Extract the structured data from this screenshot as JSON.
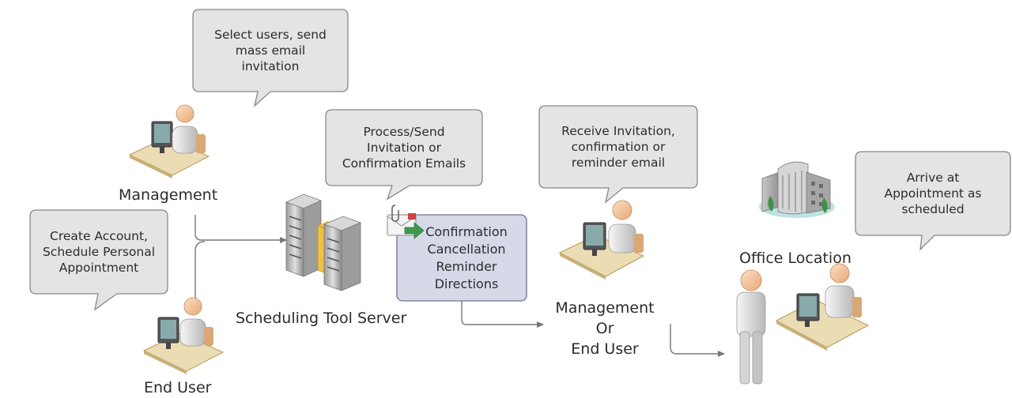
{
  "bubbles": {
    "management_action": [
      "Select users, send",
      "mass email",
      "invitation"
    ],
    "server_action": [
      "Process/Send",
      "Invitation or",
      "Confirmation Emails"
    ],
    "recipient_action": [
      "Receive Invitation,",
      "confirmation or",
      "reminder email"
    ],
    "office_action": [
      "Arrive at",
      "Appointment as",
      "scheduled"
    ],
    "end_user_action": [
      "Create Account,",
      "Schedule Personal",
      "Appointment"
    ]
  },
  "labels": {
    "management": "Management",
    "end_user": "End User",
    "server": "Scheduling Tool Server",
    "office": "Office Location",
    "recipient": [
      "Management",
      "Or",
      "End User"
    ]
  },
  "email_types": [
    "Confirmation",
    "Cancellation",
    "Reminder",
    "Directions"
  ],
  "colors": {
    "bubble_fill": "#e4e4e4",
    "bubble_stroke": "#888888",
    "email_box_fill": "#d7d9e8",
    "email_box_stroke": "#6f7391",
    "connector": "#777777",
    "desk": "#ecdcb4",
    "person_skin": "#f5c9a0",
    "server_accent": "#f2c040"
  },
  "icons": [
    "person-at-desk-icon",
    "server-rack-icon",
    "office-building-icon",
    "email-attachment-icon",
    "standing-person-icon"
  ]
}
